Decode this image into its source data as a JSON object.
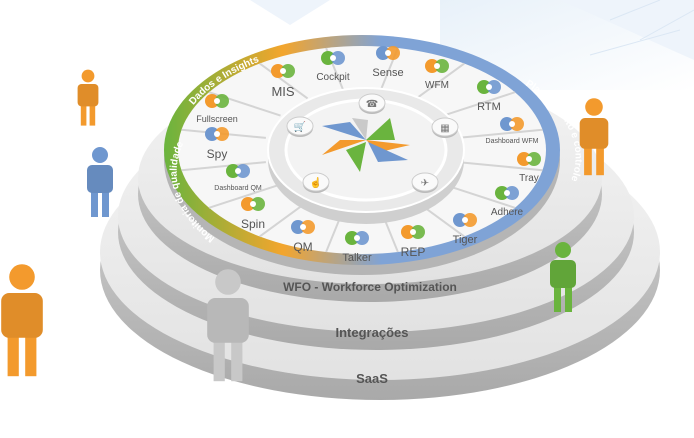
{
  "layers": {
    "wfo": "WFO - Workforce Optimization",
    "integracoes": "Integrações",
    "saas": "SaaS"
  },
  "ring": {
    "dados": "Dados e Insights",
    "planejamento": "Planejamento e controle",
    "monitoria": "Monitoria de qualidade"
  },
  "colors": {
    "orange": "#f39a2d",
    "green": "#6ab43e",
    "blue": "#6f97cf",
    "grey": "#c9c9c9"
  },
  "modules": [
    {
      "label": "MIS",
      "icon": "cube-icon"
    },
    {
      "label": "Cockpit",
      "icon": "chart-icon"
    },
    {
      "label": "Sense",
      "icon": "eye-icon"
    },
    {
      "label": "WFM",
      "icon": "puzzle-icon"
    },
    {
      "label": "RTM",
      "icon": "lifebuoy-icon"
    },
    {
      "label": "Dashboard WFM",
      "icon": "gauge-icon"
    },
    {
      "label": "Tray",
      "icon": "tray-icon"
    },
    {
      "label": "Adhere",
      "icon": "stopwatch-check-icon"
    },
    {
      "label": "Tiger",
      "icon": "tiger-swirl-icon"
    },
    {
      "label": "REP",
      "icon": "people-check-icon"
    },
    {
      "label": "Talker",
      "icon": "chat-bubbles-icon"
    },
    {
      "label": "QM",
      "icon": "target-icon"
    },
    {
      "label": "Spin",
      "icon": "people-orbit-icon"
    },
    {
      "label": "Dashboard QM",
      "icon": "gauge-icon"
    },
    {
      "label": "Spy",
      "icon": "magnifier-icon"
    },
    {
      "label": "Fullscreen",
      "icon": "play-icon"
    }
  ],
  "hub_icons": [
    "phone-icon",
    "factory-icon",
    "airplane-icon",
    "touch-icon",
    "cart-icon"
  ]
}
